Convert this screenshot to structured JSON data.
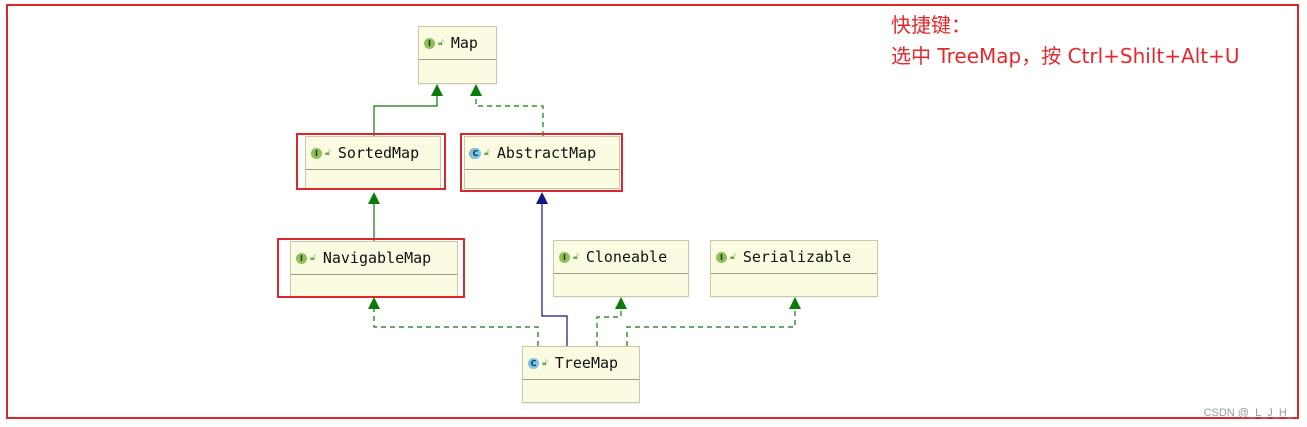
{
  "note": {
    "line1": "快捷键：",
    "line2": "选中 TreeMap，按 Ctrl+Shilt+Alt+U"
  },
  "watermark": "CSDN @_L_J_H_",
  "nodes": {
    "map": {
      "name": "Map",
      "kind": "interface"
    },
    "sorted_map": {
      "name": "SortedMap",
      "kind": "interface"
    },
    "abstract_map": {
      "name": "AbstractMap",
      "kind": "abstract class"
    },
    "navigable_map": {
      "name": "NavigableMap",
      "kind": "interface"
    },
    "cloneable": {
      "name": "Cloneable",
      "kind": "interface"
    },
    "serializable": {
      "name": "Serializable",
      "kind": "interface"
    },
    "tree_map": {
      "name": "TreeMap",
      "kind": "class"
    }
  },
  "kind_letters": {
    "interface": "I",
    "class": "C"
  },
  "colors": {
    "highlight": "#d9272e",
    "note_text": "#e5282e",
    "edge_green": "#0a7a0a",
    "edge_navy": "#15158a",
    "node_fill": "#fbfbe2"
  }
}
